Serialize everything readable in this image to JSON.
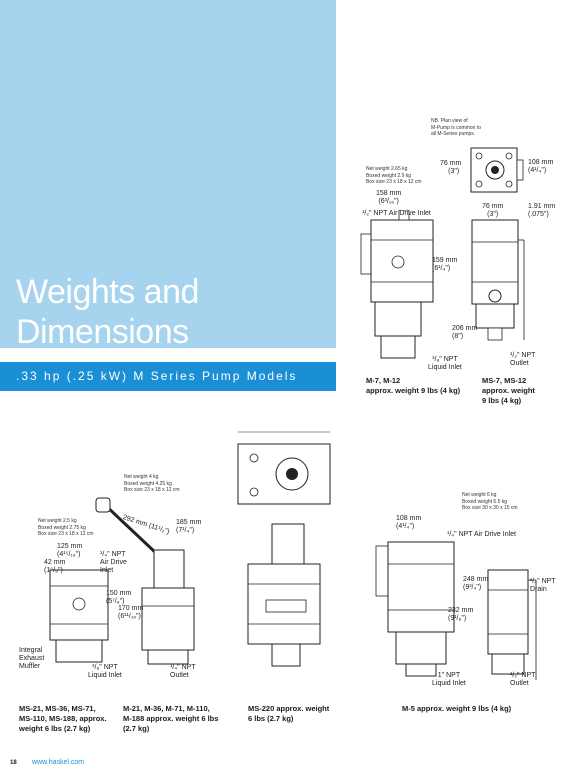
{
  "header": {
    "title_line1": "Weights and",
    "title_line2": "Dimensions",
    "subtitle": ".33 hp (.25 kW) M Series Pump Models"
  },
  "top_figure": {
    "plan_note": [
      "NB. Plan view of",
      "M-Pump is common to",
      "all M-Series pumps."
    ],
    "weights_note": [
      "Net weight 2.65 kg",
      "Boxed weight 2.9 kg",
      "Box size 23 x 18 x 12 cm"
    ],
    "dims": {
      "d158": "158 mm",
      "d158_in": "(6³/₁₆\")",
      "d76a": "76 mm",
      "d76a_in": "(3\")",
      "d108": "108 mm",
      "d108_in": "(4¹/₄\")",
      "d76b": "76 mm",
      "d76b_in": "(3\")",
      "d191": "1.91 mm",
      "d191_in": "(.075\")",
      "air_inlet": "¹/₂\" NPT Air Drive Inlet",
      "d159": "159 mm",
      "d159_in": "(6¹/₄\")",
      "d206": "206 mm",
      "d206_in": "(8\")",
      "liquid_inlet_1": "³/₈\" NPT",
      "liquid_inlet_2": "Liquid Inlet",
      "outlet_1": "¹/₂\" NPT",
      "outlet_2": "Outlet"
    },
    "caption_left": [
      "M-7, M-12",
      "approx. weight 9 lbs (4 kg)"
    ],
    "caption_right": [
      "MS-7, MS-12",
      "approx. weight",
      "9 lbs (4 kg)"
    ]
  },
  "fig_ms21": {
    "note_a": [
      "Net weight 4 kg",
      "Boxed weight 4.25 kg",
      "Box size 23 x 18 x 12 cm"
    ],
    "note_b": [
      "Net weight 2.5 kg",
      "Boxed weight 2.75 kg",
      "Box size 23 x 18 x 12 cm"
    ],
    "dims": {
      "d292": "292 mm (11¹/₂\")",
      "d185": "185 mm",
      "d185_in": "(7¹/₄\")",
      "d125": "125 mm",
      "d125_in": "(4¹⁵/₁₆\")",
      "d42": "42 mm",
      "d42_in": "(1⁵/₈\")",
      "air_1": "¹/₄\" NPT",
      "air_2": "Air Drive",
      "air_3": "Inlet",
      "d150": "150 mm",
      "d150_in": "(5⁷/₈\")",
      "d170": "170 mm",
      "d170_in": "(6¹¹/₁₆\")",
      "muffler_1": "Integral",
      "muffler_2": "Exhaust",
      "muffler_3": "Muffler",
      "liq_1": "³/₈\" NPT",
      "liq_2": "Liquid Inlet",
      "out_1": "¹/₄\" NPT",
      "out_2": "Outlet"
    },
    "caption_a": [
      "MS-21, MS-36, MS-71,",
      "MS-110, MS-188, approx.",
      "weight 6 lbs (2.7 kg)"
    ],
    "caption_b": [
      "M-21, M-36, M-71, M-110,",
      "M-188 approx. weight 6 lbs",
      "(2.7 kg)"
    ]
  },
  "fig_ms220": {
    "caption": [
      "MS-220 approx. weight",
      "6 lbs (2.7 kg)"
    ]
  },
  "fig_m5": {
    "note": [
      "Net weight 6 kg",
      "Boxed weight 6.5 kg",
      "Box size 30 x 30 x 15 cm"
    ],
    "dims": {
      "d108": "108 mm",
      "d108_in": "(4¹/₄\")",
      "air_inlet": "¹/₄\" NPT Air Drive Inlet",
      "d248": "248 mm",
      "d248_in": "(9³/₄\")",
      "drain_1": "¹/₄\" NPT",
      "drain_2": "Drain",
      "d232": "232 mm",
      "d232_in": "(9¹/₈\")",
      "liq_1": "1\" NPT",
      "liq_2": "Liquid Inlet",
      "out_1": "¹/₂\" NPT",
      "out_2": "Outlet"
    },
    "caption": [
      "M-5 approx. weight 9 lbs (4 kg)"
    ]
  },
  "footer": {
    "page_number": "18",
    "url": "www.haskel.com"
  },
  "colors": {
    "hero": "#a6d4ef",
    "bar": "#1a8fd6",
    "link": "#1a8fd6"
  }
}
